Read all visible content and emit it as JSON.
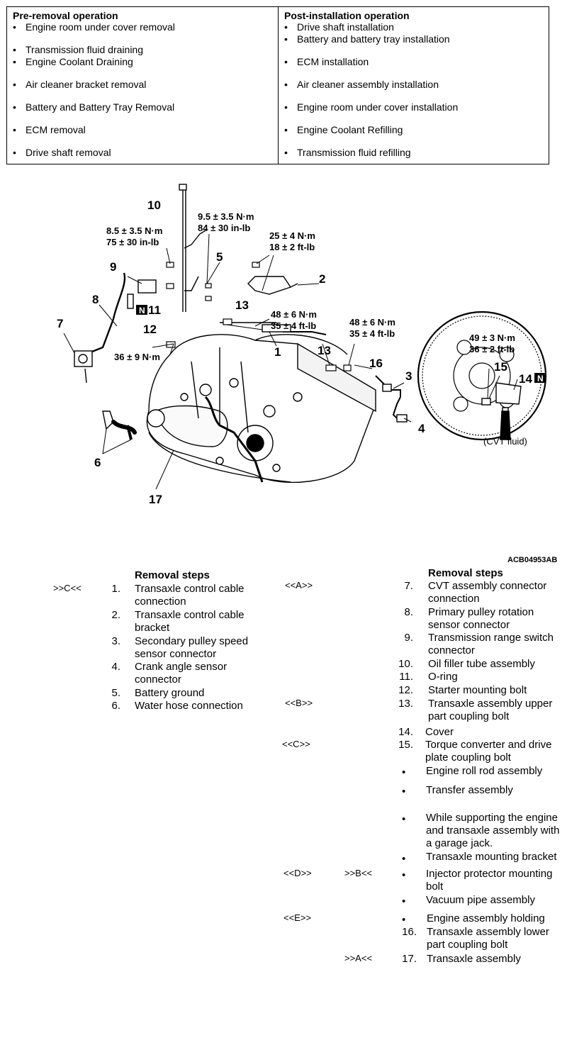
{
  "pre_removal": {
    "title": "Pre-removal operation",
    "items": [
      "Engine room under cover removal",
      "Transmission fluid draining",
      "Engine Coolant Draining",
      "Air cleaner bracket removal",
      "Battery and Battery Tray Removal",
      "ECM removal",
      "Drive shaft removal"
    ]
  },
  "post_installation": {
    "title": "Post-installation operation",
    "items": [
      "Drive shaft installation",
      "Battery and battery tray installation",
      "ECM installation",
      "Air cleaner assembly installation",
      "Engine room under cover installation",
      "Engine Coolant Refilling",
      "Transmission fluid refilling"
    ]
  },
  "diagram": {
    "callouts": [
      "10",
      "9",
      "8",
      "7",
      "11",
      "12",
      "5",
      "13",
      "2",
      "1",
      "13",
      "16",
      "3",
      "4",
      "6",
      "17",
      "15",
      "14"
    ],
    "torques": {
      "t1": [
        "8.5 ± 3.5 N·m",
        "75 ± 30 in-lb"
      ],
      "t2": [
        "9.5 ± 3.5 N·m",
        "84 ± 30 in-lb"
      ],
      "t3": [
        "25 ± 4 N·m",
        "18 ± 2 ft-lb"
      ],
      "t4": [
        "48 ± 6 N·m",
        "35 ± 4 ft-lb"
      ],
      "t5": [
        "48 ± 6 N·m",
        "35 ± 4 ft-lb"
      ],
      "t6": "36 ± 9 N·m",
      "t7": [
        "49 ± 3 N·m",
        "36 ± 2 ft-lb"
      ]
    },
    "fluid_label": "(CVT fluid)",
    "n_badge": "N",
    "figure_code": "ACB04953AB"
  },
  "steps_left": {
    "title": "Removal steps",
    "steps": [
      {
        "num": "1.",
        "text": "Transaxle control cable connection",
        "mark": ">>C<<"
      },
      {
        "num": "2.",
        "text": "Transaxle control cable bracket"
      },
      {
        "num": "3.",
        "text": "Secondary pulley speed sensor connector"
      },
      {
        "num": "4.",
        "text": "Crank angle sensor connector"
      },
      {
        "num": "5.",
        "text": "Battery ground"
      },
      {
        "num": "6.",
        "text": "Water hose connection"
      }
    ]
  },
  "steps_right": {
    "title": "Removal steps",
    "steps": [
      {
        "num": "7.",
        "text": "CVT assembly connector connection",
        "mark": "<<A>>"
      },
      {
        "num": "8.",
        "text": "Primary pulley rotation sensor connector"
      },
      {
        "num": "9.",
        "text": "Transmission range switch connector"
      },
      {
        "num": "10.",
        "text": "Oil filler tube assembly"
      },
      {
        "num": "11.",
        "text": "O-ring"
      },
      {
        "num": "12.",
        "text": "Starter mounting bolt"
      },
      {
        "num": "13.",
        "text": "Transaxle assembly upper part coupling bolt",
        "mark": "<<B>>"
      },
      {
        "num": "14.",
        "text": "Cover"
      },
      {
        "num": "15.",
        "text": "Torque converter and drive plate coupling bolt",
        "mark": "<<C>>"
      },
      {
        "num": "•",
        "text": "Engine roll rod assembly"
      },
      {
        "num": "•",
        "text": "Transfer assembly"
      },
      {
        "num": "•",
        "text": "While supporting the engine and transaxle assembly with a garage jack."
      },
      {
        "num": "•",
        "text": "Transaxle mounting bracket"
      },
      {
        "num": "•",
        "text": "Injector protector mounting bolt",
        "mark": "<<D>>",
        "mark2": ">>B<<"
      },
      {
        "num": "•",
        "text": "Vacuum pipe assembly"
      },
      {
        "num": "•",
        "text": "Engine assembly holding",
        "mark": "<<E>>"
      },
      {
        "num": "16.",
        "text": "Transaxle assembly lower part coupling bolt"
      },
      {
        "num": "17.",
        "text": "Transaxle assembly",
        "mark2": ">>A<<"
      }
    ]
  }
}
